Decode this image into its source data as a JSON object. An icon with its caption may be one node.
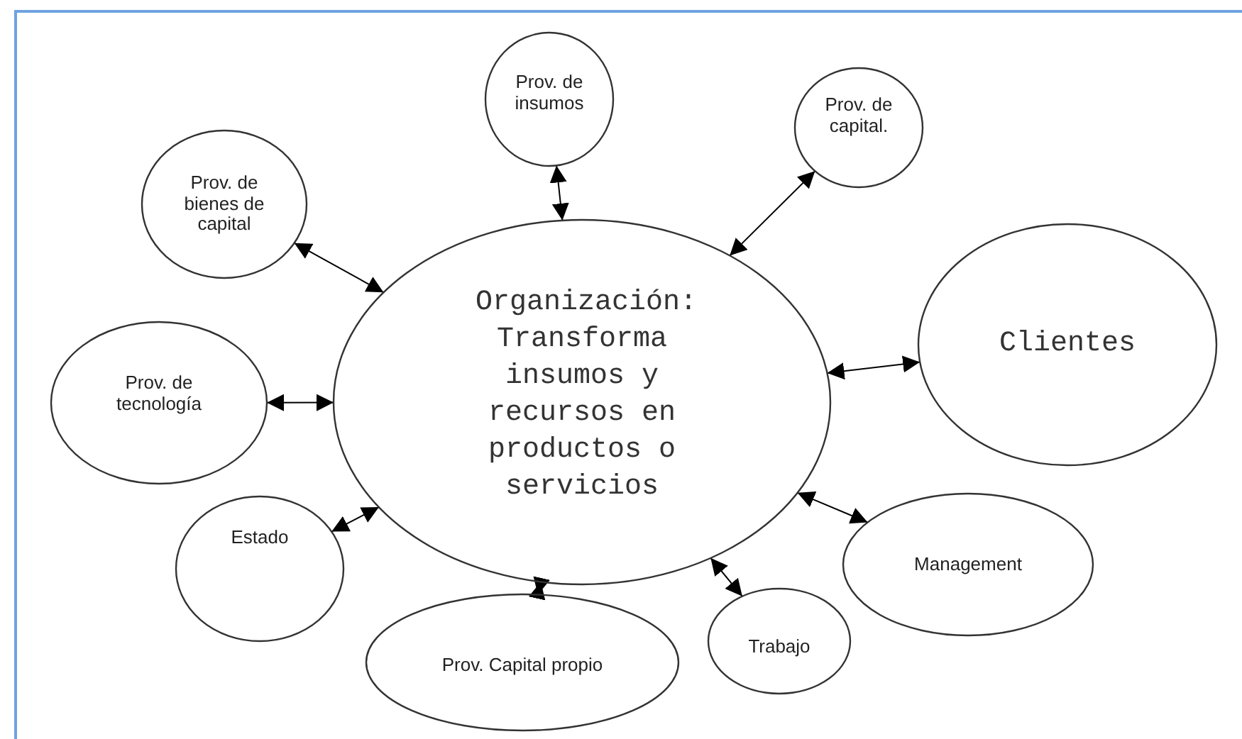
{
  "diagram": {
    "nodes": [
      {
        "text": [
          "Organización: Transforma insumos y recursos en productos o servicios"
        ]
      },
      {
        "text": [
          "Prov. de insumos"
        ]
      },
      {
        "text": [
          "Prov. de capital."
        ]
      },
      {
        "text": [
          "Prov. de bienes de capital"
        ]
      },
      {
        "text": [
          "Clientes"
        ]
      },
      {
        "text": [
          "Prov. de tecnología"
        ]
      },
      {
        "text": [
          "Estado"
        ]
      },
      {
        "text": [
          "Management"
        ]
      },
      {
        "text": [
          "Prov. Capital propio"
        ]
      },
      {
        "text": [
          "Trabajo"
        ]
      }
    ],
    "edges": [
      {
        "from": 0,
        "to": 1,
        "arrow": "both"
      },
      {
        "from": 0,
        "to": 2,
        "arrow": "both"
      },
      {
        "from": 0,
        "to": 3,
        "arrow": "both"
      },
      {
        "from": 0,
        "to": 4,
        "arrow": "both"
      },
      {
        "from": 0,
        "to": 5,
        "arrow": "both"
      },
      {
        "from": 0,
        "to": 6,
        "arrow": "both"
      },
      {
        "from": 0,
        "to": 7,
        "arrow": "both"
      },
      {
        "from": 0,
        "to": 8,
        "arrow": "both"
      },
      {
        "from": 0,
        "to": 9,
        "arrow": "both"
      }
    ]
  }
}
